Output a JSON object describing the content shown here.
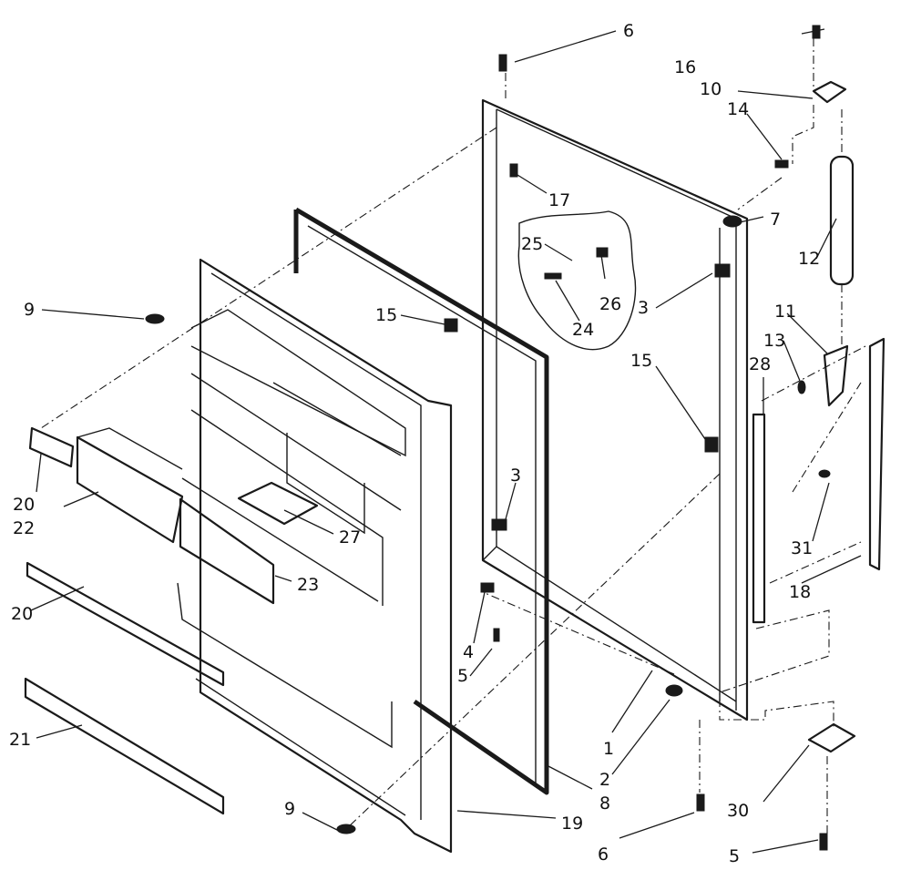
{
  "callouts": [
    {
      "id": "c6_top",
      "text": "6"
    },
    {
      "id": "c16",
      "text": "16"
    },
    {
      "id": "c10",
      "text": "10"
    },
    {
      "id": "c14",
      "text": "14"
    },
    {
      "id": "c17",
      "text": "17"
    },
    {
      "id": "c7",
      "text": "7"
    },
    {
      "id": "c25",
      "text": "25"
    },
    {
      "id": "c26",
      "text": "26"
    },
    {
      "id": "c24",
      "text": "24"
    },
    {
      "id": "c12",
      "text": "12"
    },
    {
      "id": "c9_top",
      "text": "9"
    },
    {
      "id": "c15_left",
      "text": "15"
    },
    {
      "id": "c3_top",
      "text": "3"
    },
    {
      "id": "c11",
      "text": "11"
    },
    {
      "id": "c13",
      "text": "13"
    },
    {
      "id": "c15_right",
      "text": "15"
    },
    {
      "id": "c28",
      "text": "28"
    },
    {
      "id": "c20_top",
      "text": "20"
    },
    {
      "id": "c22",
      "text": "22"
    },
    {
      "id": "c3_mid",
      "text": "3"
    },
    {
      "id": "c27",
      "text": "27"
    },
    {
      "id": "c31",
      "text": "31"
    },
    {
      "id": "c23",
      "text": "23"
    },
    {
      "id": "c18",
      "text": "18"
    },
    {
      "id": "c20_bottom",
      "text": "20"
    },
    {
      "id": "c4",
      "text": "4"
    },
    {
      "id": "c5_mid",
      "text": "5"
    },
    {
      "id": "c1",
      "text": "1"
    },
    {
      "id": "c2",
      "text": "2"
    },
    {
      "id": "c21",
      "text": "21"
    },
    {
      "id": "c8",
      "text": "8"
    },
    {
      "id": "c9_bottom",
      "text": "9"
    },
    {
      "id": "c19",
      "text": "19"
    },
    {
      "id": "c30",
      "text": "30"
    },
    {
      "id": "c6_bottom",
      "text": "6"
    },
    {
      "id": "c5_bottom",
      "text": "5"
    }
  ]
}
